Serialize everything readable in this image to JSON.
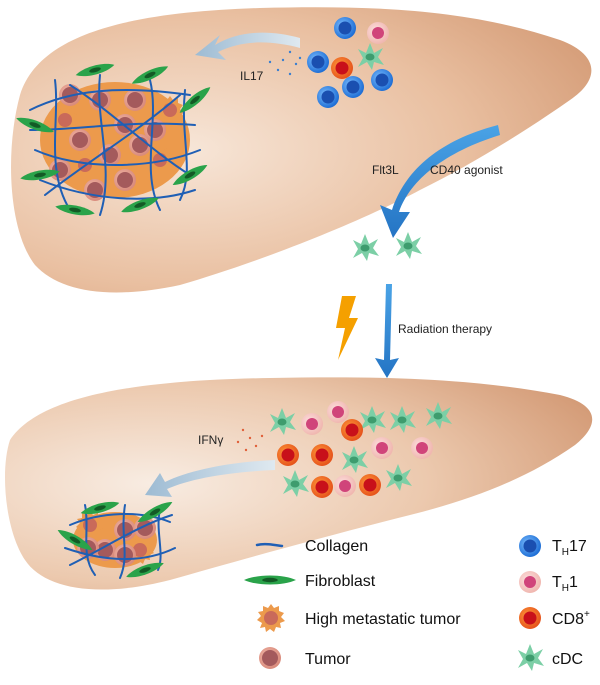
{
  "annotations": {
    "il17": "IL17",
    "flt3l": "Flt3L",
    "cd40": "CD40 agonist",
    "radiation": "Radiation therapy",
    "ifng": "IFNγ"
  },
  "legend": {
    "collagen": "Collagen",
    "fibroblast": "Fibroblast",
    "high_metastatic": "High metastatic tumor",
    "tumor": "Tumor",
    "th17_main": "T",
    "th17_sub": "H",
    "th17_suffix": "17",
    "th1_main": "T",
    "th1_sub": "H",
    "th1_suffix": "1",
    "cd8_main": "CD8",
    "cd8_sup": "+",
    "cdc": "cDC"
  },
  "colors": {
    "liver_light": "#f6e2d2",
    "liver_dark": "#d39a74",
    "th17": "#2f7fe6",
    "th1": "#d9577f",
    "cd8": "#d42a1a",
    "cdc": "#6cc49a",
    "fibroblast": "#1f8a3a",
    "collagen": "#1f5fb5",
    "high_met": "#e8893a",
    "tumor": "#a85a5e",
    "arrow": "#3a8fd6",
    "lightning": "#f5a000"
  }
}
